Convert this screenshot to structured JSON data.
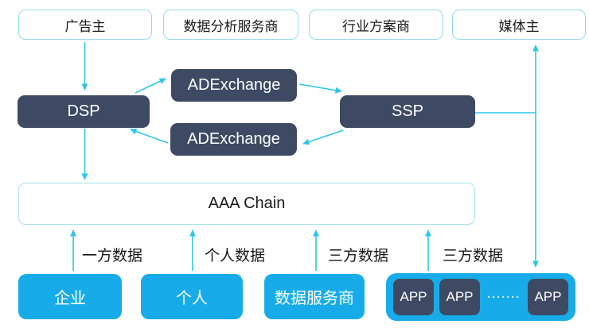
{
  "nodes": {
    "advertiser": "广告主",
    "data_analytics_provider": "数据分析服务商",
    "industry_solution_provider": "行业方案商",
    "media_owner": "媒体主",
    "dsp": "DSP",
    "ad_exchange_top": "ADExchange",
    "ad_exchange_bottom": "ADExchange",
    "ssp": "SSP",
    "aaa_chain": "AAA Chain",
    "enterprise": "企业",
    "individual": "个人",
    "data_service_provider": "数据服务商"
  },
  "app_group": {
    "apps": [
      "APP",
      "APP",
      "APP"
    ],
    "dots": "·······"
  },
  "edge_labels": {
    "first_party_data": "一方数据",
    "personal_data": "个人数据",
    "third_party_data_1": "三方数据",
    "third_party_data_2": "三方数据"
  },
  "colors": {
    "navy": "#3E4A64",
    "blue": "#17ACE9",
    "arrow": "#2FC7E8",
    "border-light": "#8EDDEB",
    "bg": "#FFFFFF",
    "text-dark": "#1A1A1A"
  }
}
